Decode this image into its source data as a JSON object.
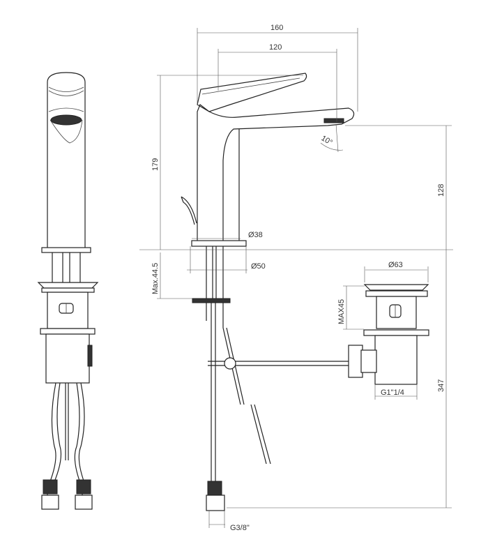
{
  "dimensions": {
    "overall_reach": "160",
    "spout_reach": "120",
    "total_height": "179",
    "spout_angle": "10°",
    "spout_height": "128",
    "body_diameter": "Ø38",
    "base_diameter": "Ø50",
    "max_deck_thickness": "Max.44.5",
    "waste_diameter": "Ø63",
    "waste_max_thickness": "MAX45",
    "waste_thread": "G1\"1/4",
    "overall_length": "347",
    "hose_thread": "G3/8\""
  }
}
